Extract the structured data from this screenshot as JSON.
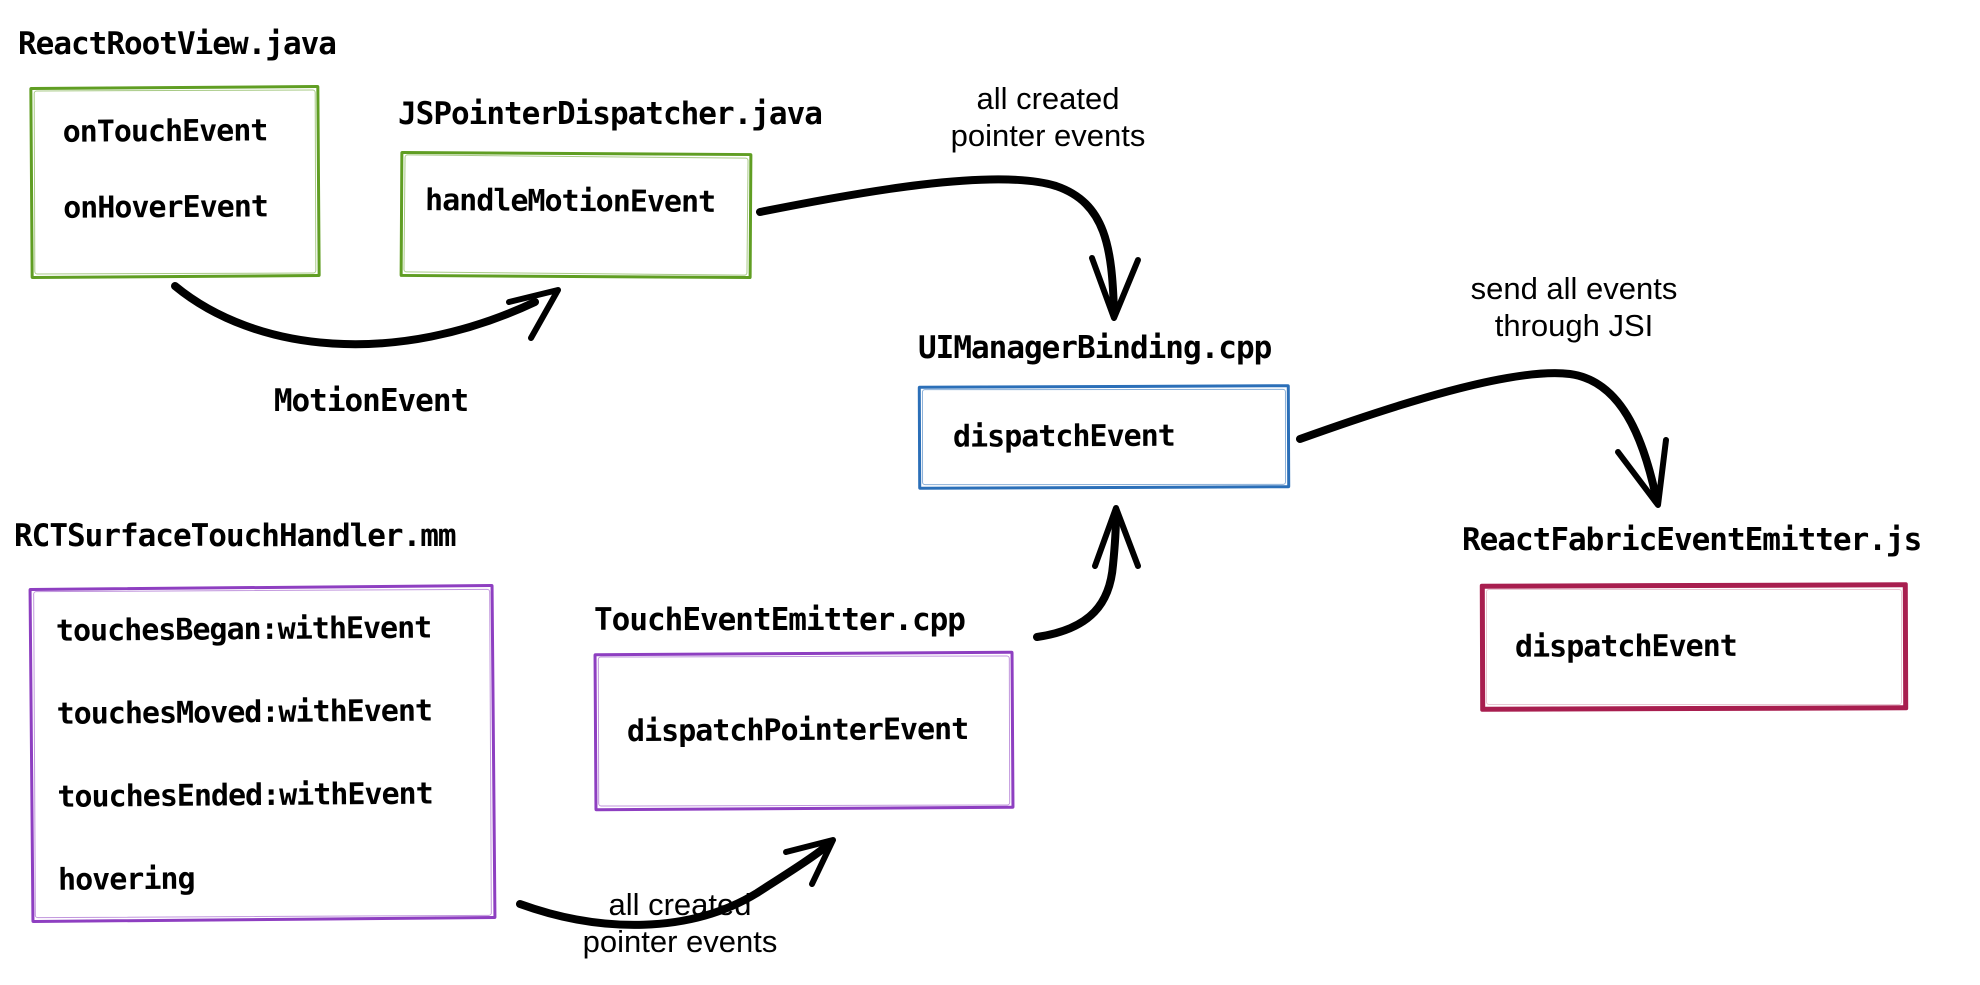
{
  "palette": {
    "green": "#609e23",
    "blue": "#2b6fb8",
    "purple": "#8e3fc1",
    "crimson": "#a81e4f",
    "arrow_black": "#000000"
  },
  "nodes": {
    "react_root_view": {
      "title": "ReactRootView.java",
      "color": "#609e23",
      "methods": [
        "onTouchEvent",
        "onHoverEvent"
      ]
    },
    "js_pointer_dispatcher": {
      "title": "JSPointerDispatcher.java",
      "color": "#609e23",
      "methods": [
        "handleMotionEvent"
      ]
    },
    "ui_manager_binding": {
      "title": "UIManagerBinding.cpp",
      "color": "#2b6fb8",
      "methods": [
        "dispatchEvent"
      ]
    },
    "rct_surface_touch_handler": {
      "title": "RCTSurfaceTouchHandler.mm",
      "color": "#8e3fc1",
      "methods": [
        "touchesBegan:withEvent",
        "touchesMoved:withEvent",
        "touchesEnded:withEvent",
        "hovering"
      ]
    },
    "touch_event_emitter": {
      "title": "TouchEventEmitter.cpp",
      "color": "#8e3fc1",
      "methods": [
        "dispatchPointerEvent"
      ]
    },
    "react_fabric_event_emitter": {
      "title": "ReactFabricEventEmitter.js",
      "color": "#a81e4f",
      "methods": [
        "dispatchEvent"
      ]
    }
  },
  "arrows": {
    "motion_event": {
      "label": "MotionEvent"
    },
    "created_pointer_events_top": {
      "line1": "all created",
      "line2": "pointer events"
    },
    "send_through_jsi": {
      "line1": "send all events",
      "line2": "through JSI"
    },
    "created_pointer_events_bottom": {
      "line1": "all created",
      "line2": "pointer events"
    }
  }
}
